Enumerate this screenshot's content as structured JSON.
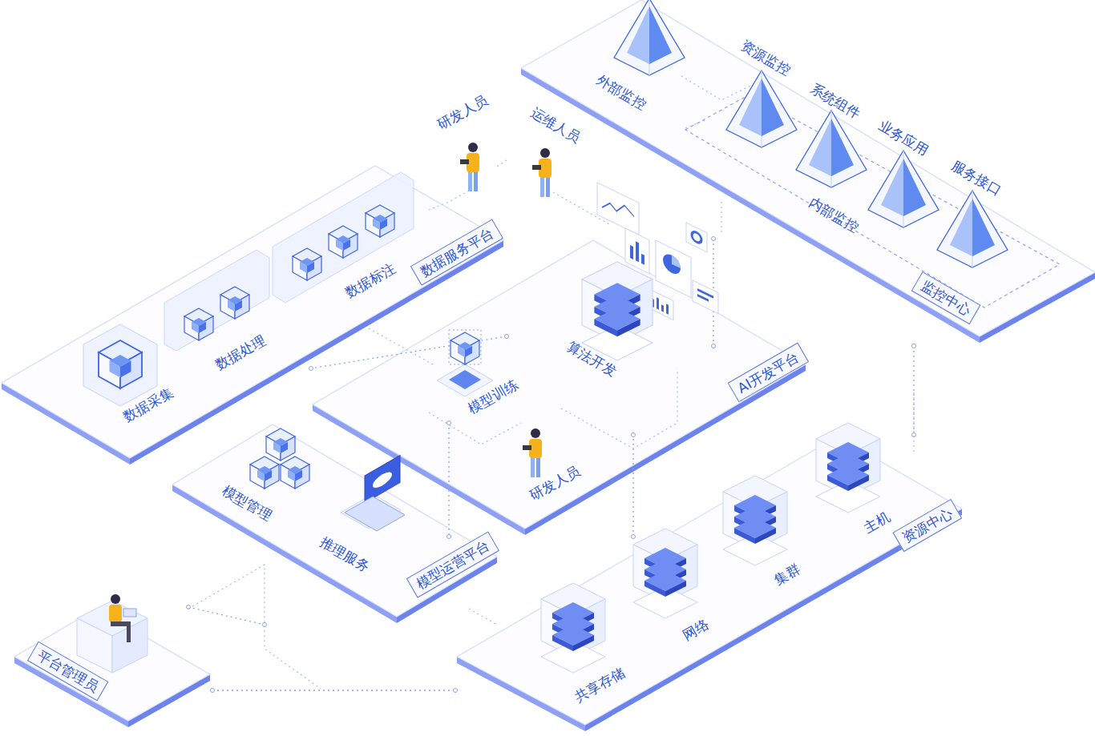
{
  "diagram": {
    "nodes": [
      {
        "text": [
          "数据服务平台"
        ]
      },
      {
        "text": [
          "数据采集"
        ],
        "in": 0
      },
      {
        "text": [
          "数据处理"
        ],
        "in": 0
      },
      {
        "text": [
          "数据标注"
        ],
        "in": 0
      },
      {
        "text": [
          "监控中心"
        ]
      },
      {
        "text": [
          "外部监控"
        ],
        "in": 4
      },
      {
        "text": [
          "内部监控"
        ],
        "in": 4
      },
      {
        "text": [
          "资源监控"
        ],
        "in": 6
      },
      {
        "text": [
          "系统组件"
        ],
        "in": 6
      },
      {
        "text": [
          "业务应用"
        ],
        "in": 6
      },
      {
        "text": [
          "服务接口"
        ],
        "in": 6
      },
      {
        "text": [
          "AI开发平台"
        ]
      },
      {
        "text": [
          "模型训练"
        ],
        "in": 11
      },
      {
        "text": [
          "算法开发"
        ],
        "in": 11
      },
      {
        "text": [
          "模型运营平台"
        ]
      },
      {
        "text": [
          "模型管理"
        ],
        "in": 14
      },
      {
        "text": [
          "推理服务"
        ],
        "in": 14
      },
      {
        "text": [
          "资源中心"
        ]
      },
      {
        "text": [
          "共享存储"
        ],
        "in": 17
      },
      {
        "text": [
          "网络"
        ],
        "in": 17
      },
      {
        "text": [
          "集群"
        ],
        "in": 17
      },
      {
        "text": [
          "主机"
        ],
        "in": 17
      },
      {
        "text": [
          "平台管理员"
        ]
      }
    ],
    "edges": [
      {
        "from": 0,
        "to": 11,
        "arrow": "none"
      },
      {
        "from": 11,
        "to": 4,
        "arrow": "none"
      },
      {
        "from": 11,
        "to": 17,
        "arrow": "none"
      },
      {
        "from": 14,
        "to": 11,
        "arrow": "none"
      },
      {
        "from": 4,
        "to": 17,
        "arrow": "none"
      },
      {
        "from": 22,
        "to": 14,
        "arrow": "none"
      },
      {
        "from": 22,
        "to": 17,
        "arrow": "none"
      }
    ],
    "labels": [
      "研发人员",
      "运维人员",
      "研发人员"
    ]
  }
}
